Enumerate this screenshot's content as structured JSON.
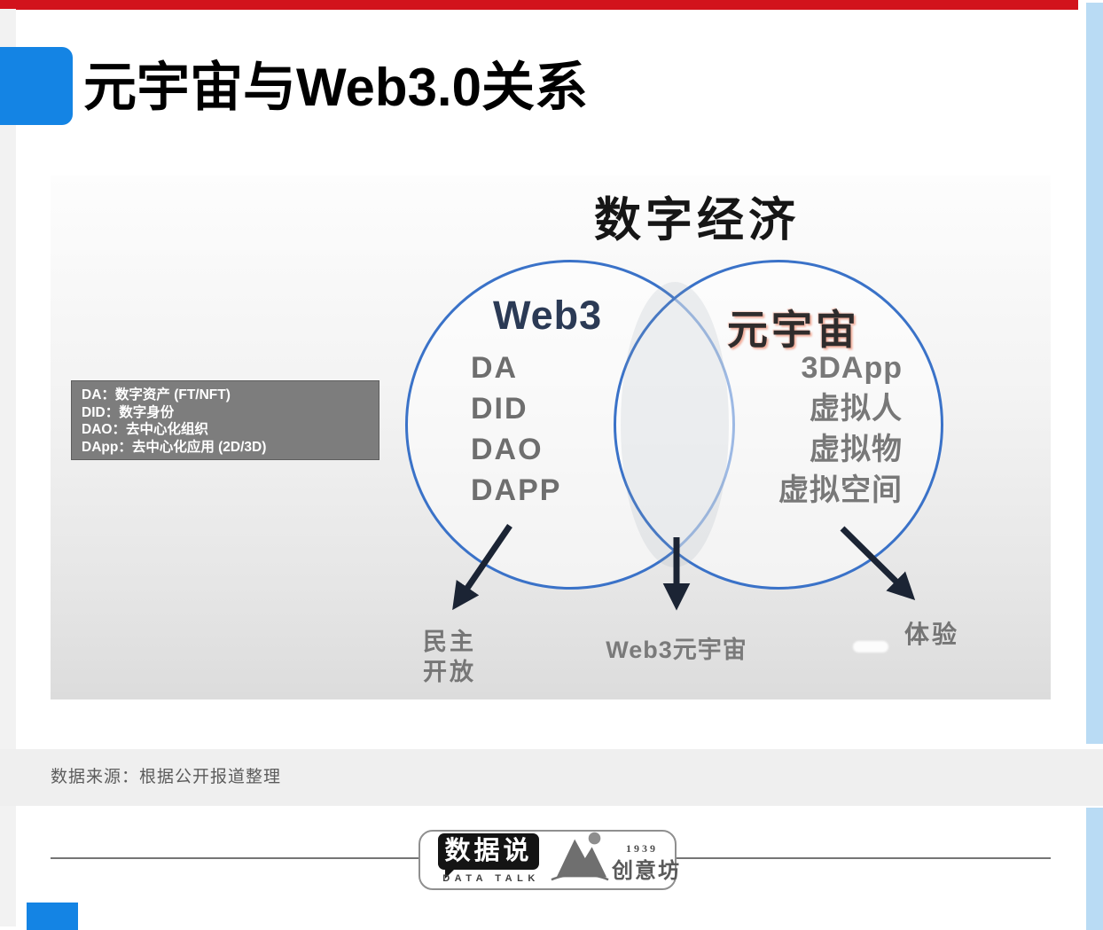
{
  "page": {
    "title": "元宇宙与Web3.0关系"
  },
  "colors": {
    "accent_red": "#d2131c",
    "accent_blue": "#1484e4",
    "light_blue": "#b9dbf4",
    "mid_blue": "#66b0e8",
    "circle_stroke": "#3a72c8",
    "legend_bg": "#7d7d7d",
    "panel_gray_top": "#fdfdfd",
    "panel_gray_bottom": "#dcdcdc"
  },
  "diagram": {
    "title": "数字经济",
    "venn": {
      "left": {
        "label": "Web3",
        "items": [
          "DA",
          "DID",
          "DAO",
          "DAPP"
        ]
      },
      "right": {
        "label": "元宇宙",
        "items": [
          "3DApp",
          "虚拟人",
          "虚拟物",
          "虚拟空间"
        ]
      }
    },
    "legend": {
      "lines": [
        "DA：数字资产 (FT/NFT)",
        "DID：数字身份",
        "DAO：去中心化组织",
        "DApp：去中心化应用 (2D/3D)"
      ]
    },
    "callouts": {
      "left_line1": "民主",
      "left_line2": "开放",
      "center": "Web3元宇宙",
      "right": "体验"
    }
  },
  "footer": {
    "source": "数据来源：根据公开报道整理",
    "datatalk": {
      "wordmark": "数据说",
      "subtitle": "DATA TALK"
    },
    "chuangyifang": {
      "year": "1939",
      "wordmark": "创意坊"
    }
  }
}
